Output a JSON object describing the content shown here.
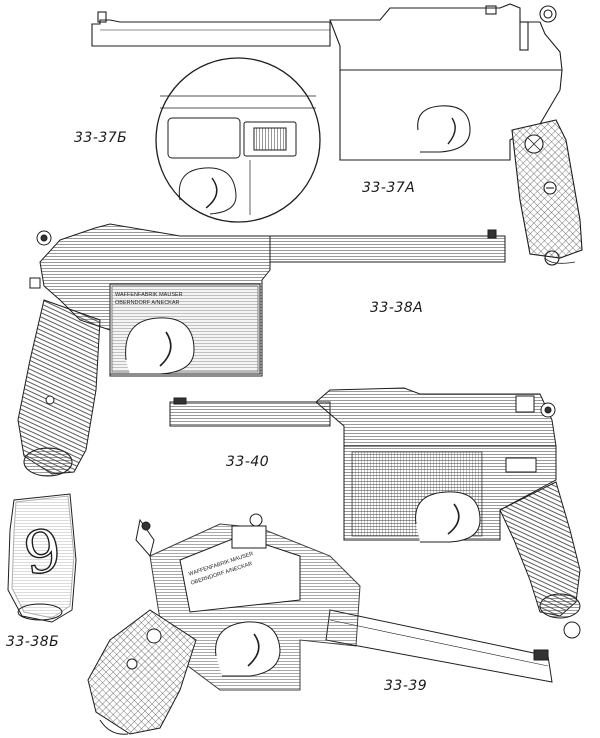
{
  "labels": {
    "fig_33_37_b": "33-37Б",
    "fig_33_37_a": "33-37А",
    "fig_33_38_a": "33-38А",
    "fig_33_40": "33-40",
    "fig_33_38_b": "33-38Б",
    "fig_33_39": "33-39"
  },
  "stamps": {
    "pistol_38a_line1": "WAFFENFABRIK MAUSER",
    "pistol_38a_line2": "OBERNDORF A/NECKAR",
    "pistol_39_line1": "WAFFENFABRIK MAUSER",
    "pistol_39_line2": "OBERNDORF A/NECKAR",
    "grip_numeral": "9"
  },
  "colors": {
    "ink": "#1e1e1e",
    "paper": "#ffffff",
    "shade": "#8a8a8a"
  }
}
